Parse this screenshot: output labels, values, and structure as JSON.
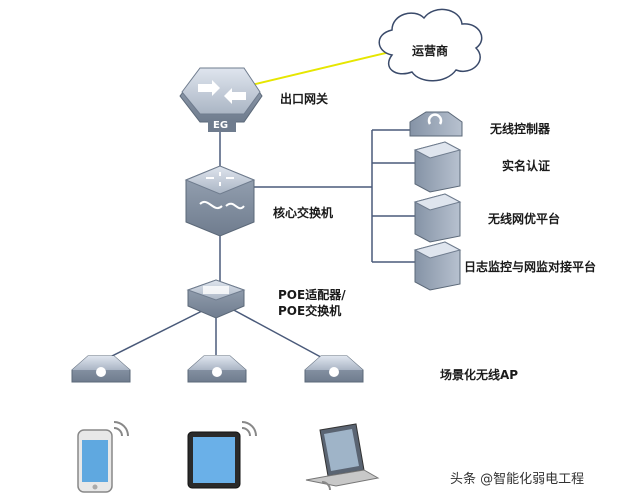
{
  "diagram": {
    "cloud_label": "运营商",
    "gateway": {
      "tag": "EG",
      "label": "出口网关"
    },
    "core_switch": {
      "label": "核心交换机"
    },
    "poe": {
      "label_line1": "POE适配器/",
      "label_line2": "POE交换机"
    },
    "servers": [
      {
        "label": "无线控制器"
      },
      {
        "label": "实名认证"
      },
      {
        "label": "无线网优平台"
      },
      {
        "label": "日志监控与网监对接平台"
      }
    ],
    "ap_group_label": "场景化无线AP",
    "watermark": "头条 @智能化弱电工程"
  },
  "colors": {
    "device": "#a9b4c2",
    "device_dark": "#7d8a9a",
    "link": "#4a5a7a",
    "wan_link": "#e6e600"
  }
}
